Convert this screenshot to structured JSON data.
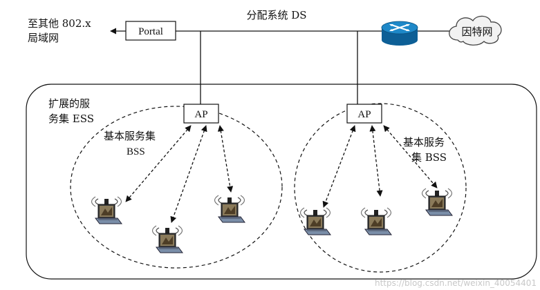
{
  "labels": {
    "other_lan_line1": "至其他 802.x",
    "other_lan_line2": "局域网",
    "portal": "Portal",
    "ds": "分配系统 DS",
    "internet": "因特网",
    "ess_line1": "扩展的服",
    "ess_line2": "务集 ESS",
    "ap_left": "AP",
    "ap_right": "AP",
    "bss_left_line1": "基本服务集",
    "bss_left_line2": "BSS",
    "bss_right_line1": "基本服务",
    "bss_right_line2": "集 BSS"
  },
  "icons": {
    "router": "router-icon",
    "cloud": "cloud-icon",
    "station": "laptop-station-icon"
  },
  "colors": {
    "line": "#111111",
    "router_blue": "#1e88c8",
    "router_dark": "#0d5f96"
  },
  "watermark": "https://blog.csdn.net/weixin_40054401"
}
